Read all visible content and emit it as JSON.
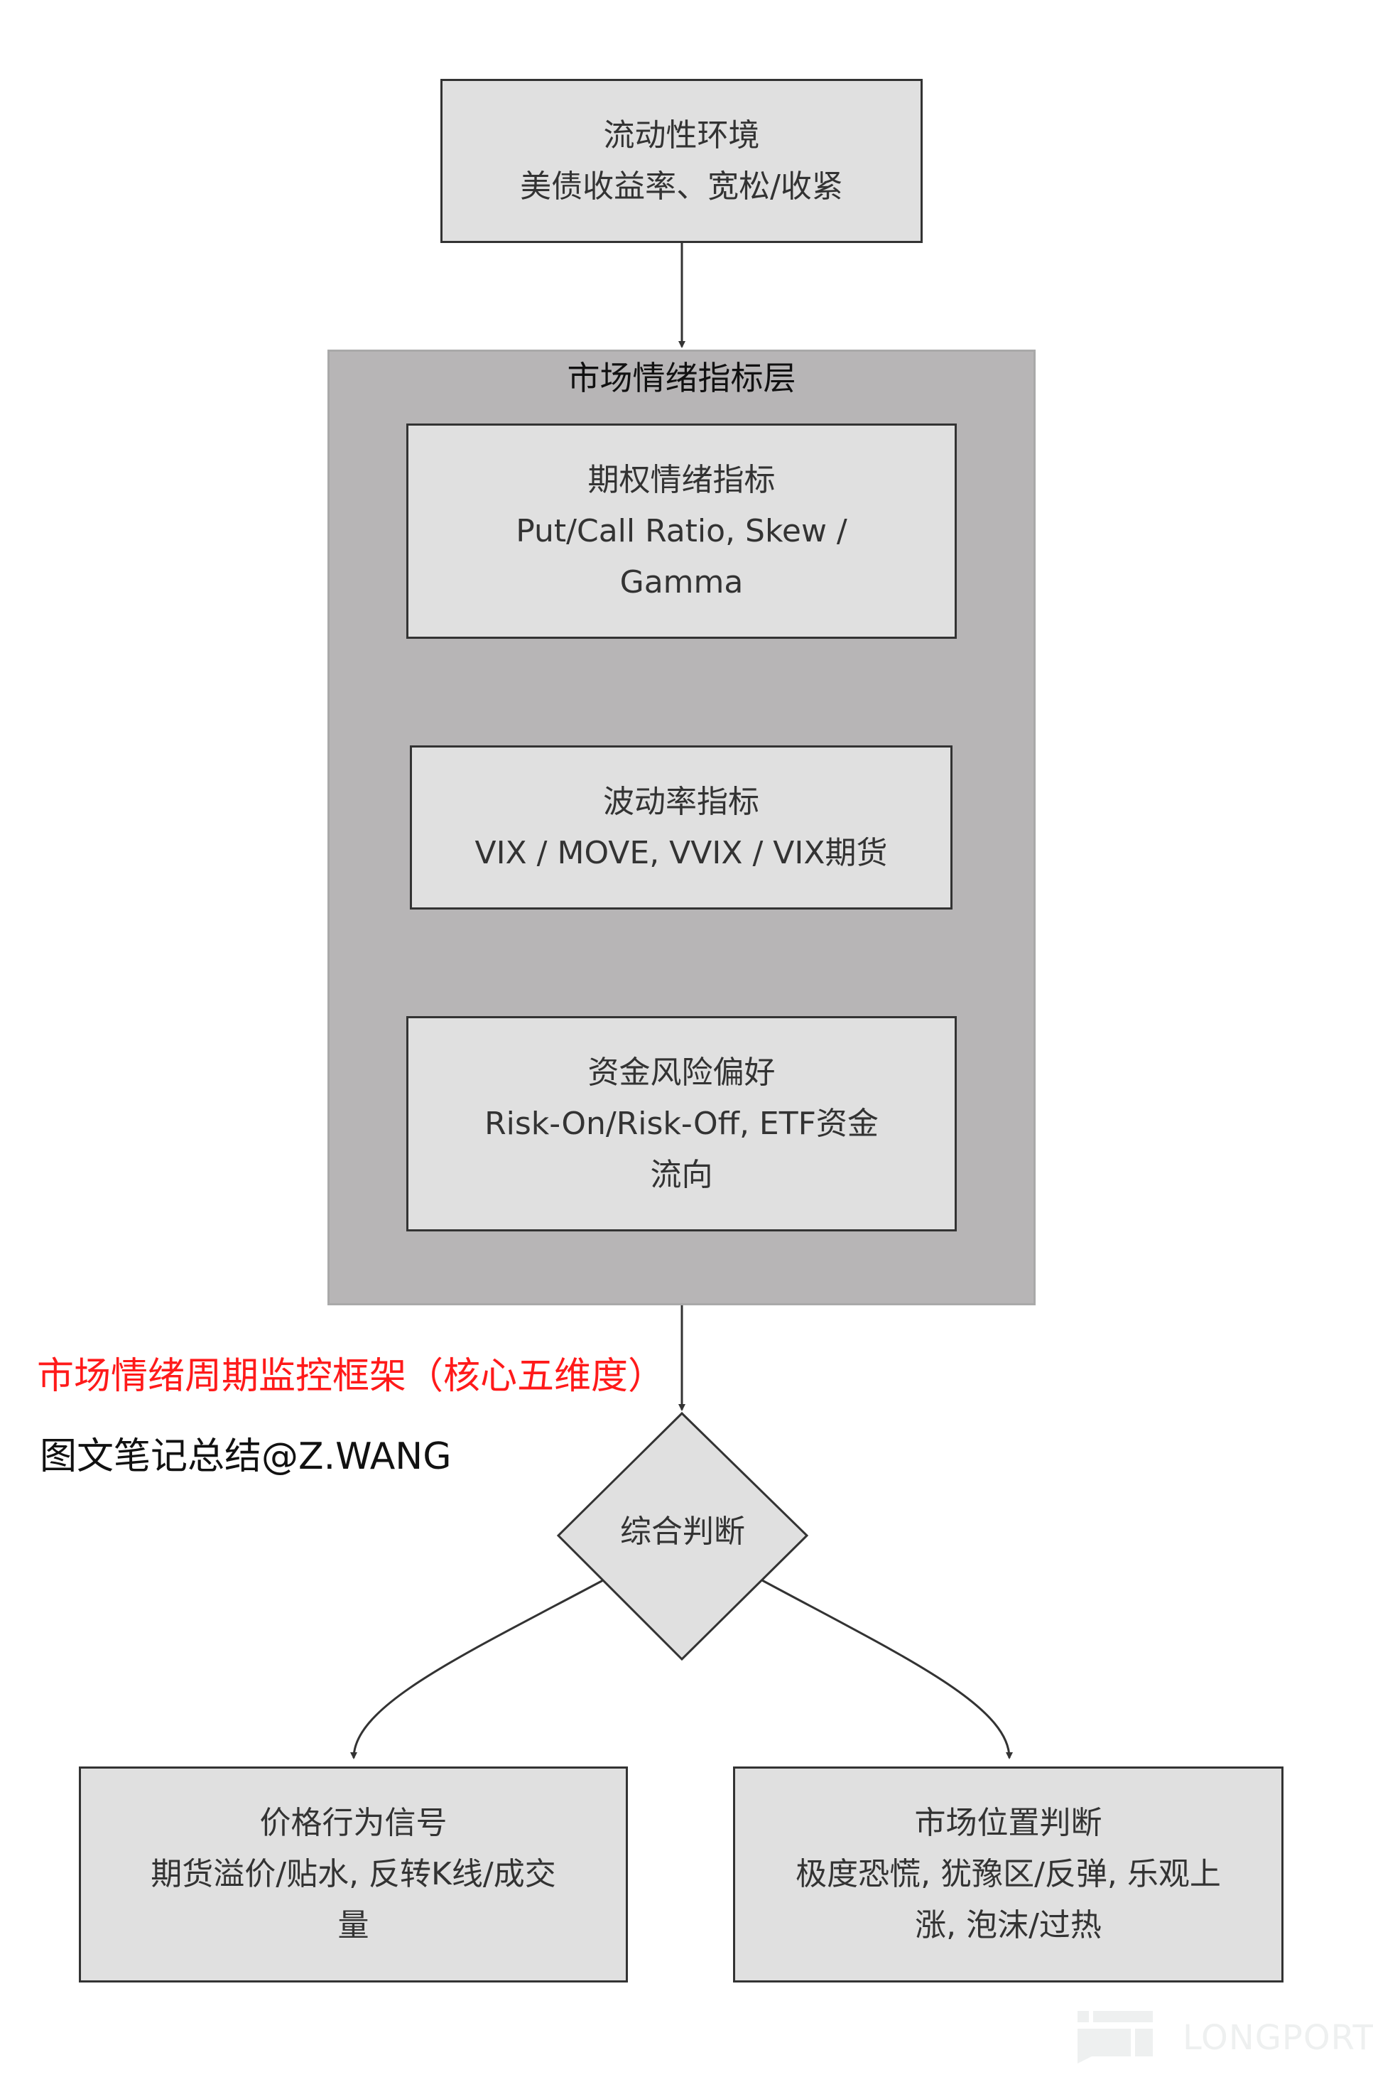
{
  "nodes": {
    "liquidity": {
      "title": "流动性环境",
      "detail": "美债收益率、宽松/收紧"
    },
    "group": {
      "title": "市场情绪指标层"
    },
    "options": {
      "title": "期权情绪指标",
      "detail": "Put/Call Ratio, Skew / Gamma"
    },
    "volatility": {
      "title": "波动率指标",
      "detail": "VIX / MOVE, VVIX / VIX期货"
    },
    "risk": {
      "title": "资金风险偏好",
      "detail": "Risk-On/Risk-Off, ETF资金流向"
    },
    "judgement": {
      "title": "综合判断"
    },
    "price": {
      "title": "价格行为信号",
      "detail": "期货溢价/贴水, 反转K线/成交量"
    },
    "position": {
      "title": "市场位置判断",
      "detail": "极度恐慌, 犹豫区/反弹, 乐观上涨, 泡沫/过热"
    }
  },
  "caption": {
    "title": "市场情绪周期监控框架（核心五维度）",
    "author": "图文笔记总结@Z.WANG"
  },
  "watermark": "LONGPORT",
  "colors": {
    "node_fill": "#e0e0e0",
    "group_fill": "#b7b5b6",
    "caption_red": "#ff1a1a"
  }
}
